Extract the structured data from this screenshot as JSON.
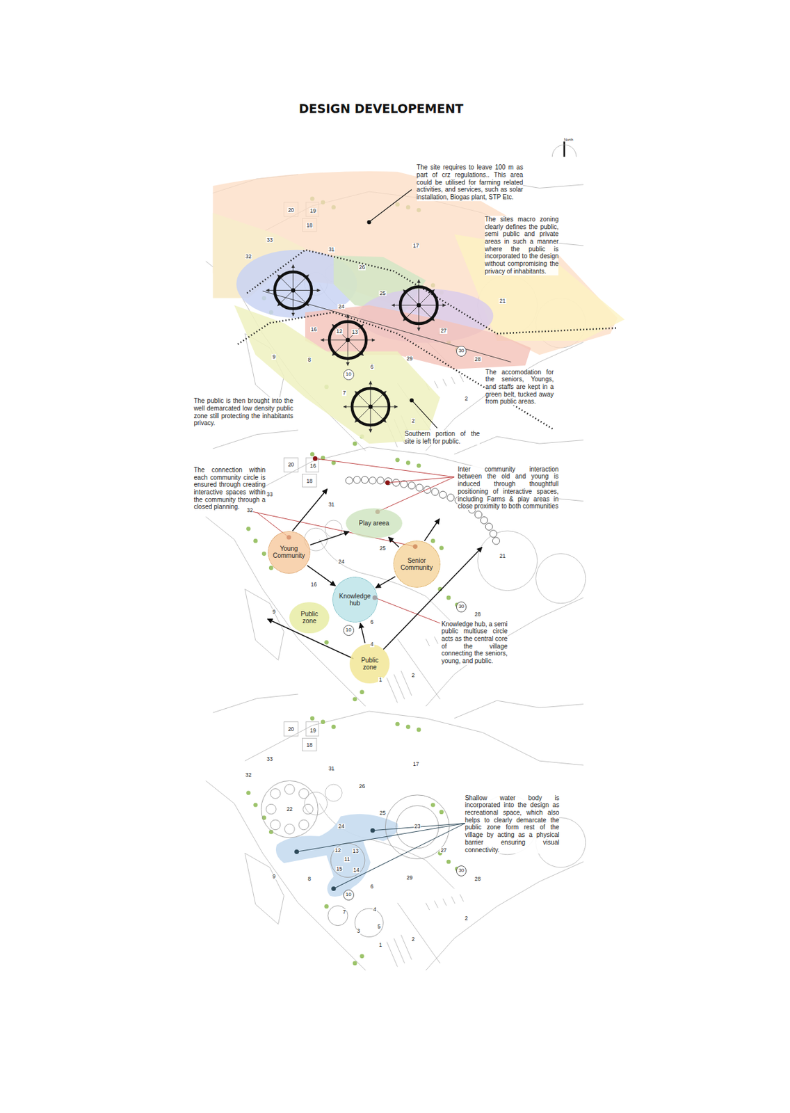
{
  "diagram": {
    "title": "DESIGN DEVELOPEMENT",
    "nodes": [
      {
        "text": [
          "30"
        ]
      },
      {
        "text": [
          "10"
        ]
      },
      {
        "text": [
          "Play areea"
        ]
      },
      {
        "text": [
          "Young Community"
        ]
      },
      {
        "text": [
          "Senior Community"
        ]
      },
      {
        "text": [
          "Knowledge hub"
        ]
      },
      {
        "text": [
          "Public zone"
        ]
      },
      {
        "text": [
          "30"
        ]
      },
      {
        "text": [
          "10"
        ]
      },
      {
        "text": [
          "Public zone"
        ]
      },
      {
        "text": [
          "30"
        ]
      },
      {
        "text": [
          "10"
        ]
      }
    ],
    "edges": [
      {
        "from": 3,
        "to": 2,
        "arrow": "to"
      },
      {
        "from": 3,
        "to": 5,
        "arrow": "to"
      },
      {
        "from": 4,
        "to": 2,
        "arrow": "to"
      },
      {
        "from": 4,
        "to": 5,
        "arrow": "to"
      },
      {
        "from": 9,
        "to": 5,
        "arrow": "to"
      }
    ],
    "labels": [
      "North",
      "The site requires to leave 100 m as part of crz regulations.. This area could be utilised for farming related activities, and services, such as solar installation, Biogas plant, STP Etc.",
      "The sites macro zoning clearly defines the public, semi public and private areas in such a manner where the public is incorporated to the design without compromising the privacy of inhabitants.",
      "The accomodation for the seniors, Youngs, and staffs are kept in a green belt, tucked away from public areas.",
      "The public is then brought into the well demarcated low density public zone still protecting the inhabitants privacy.",
      "Southern portion of the site is left for public.",
      "20",
      "19",
      "18",
      "33",
      "32",
      "31",
      "17",
      "26",
      "25",
      "24",
      "21",
      "16",
      "12",
      "13",
      "27",
      "29",
      "28",
      "9",
      "8",
      "6",
      "7",
      "2",
      "2",
      "The connection within each community circle is ensured through creating interactive spaces within the community through a closed planning.",
      "Inter community interaction between the old and young is induced through thoughtfull positioning of interactive spaces, including Farms & play areas in close proximity to both communities",
      "20",
      "16",
      "18",
      "33",
      "32",
      "31",
      "25",
      "24",
      "21",
      "16",
      "9",
      "28",
      "6",
      "4",
      "2",
      "1",
      "Knowledge hub, a semi public multiuse circle acts as the central core of the village connecting the seniors, young, and public.",
      "20",
      "19",
      "18",
      "33",
      "17",
      "32",
      "31",
      "26",
      "22",
      "25",
      "24",
      "23",
      "12",
      "13",
      "11",
      "15",
      "14",
      "27",
      "29",
      "28",
      "9",
      "8",
      "6",
      "7",
      "4",
      "5",
      "3",
      "2",
      "2",
      "1",
      "Shallow water body is incorporated into the design as recreational space, which also helps to clearly demarcate the public zone form rest of the village by acting as a physical barrier ensuring visual connectivity."
    ]
  }
}
